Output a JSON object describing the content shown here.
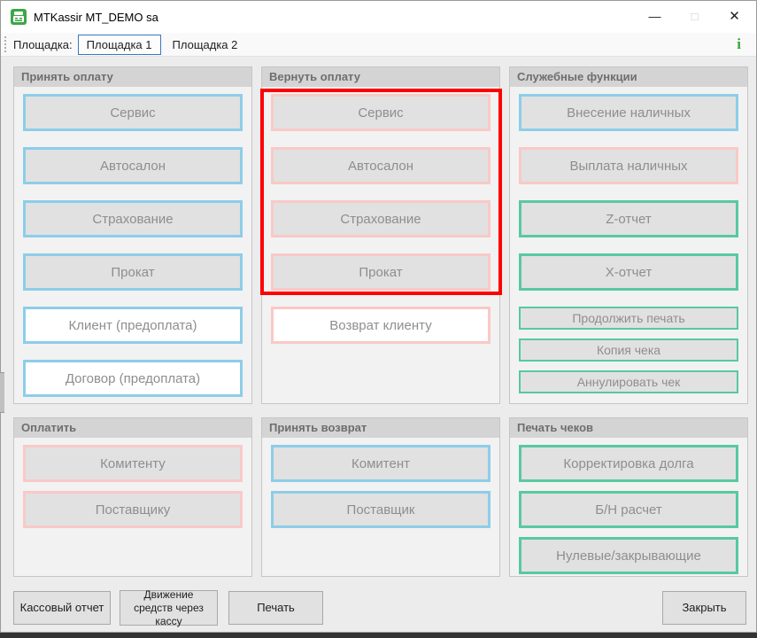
{
  "window": {
    "title": "MTKassir MT_DEMO sa",
    "controls": {
      "minimize": "—",
      "maximize": "□",
      "close": "✕"
    }
  },
  "toolbar": {
    "site_label": "Площадка:",
    "site1": "Площадка 1",
    "site2": "Площадка 2",
    "info": "i"
  },
  "panels": [
    {
      "title": "Принять оплату",
      "buttons": [
        {
          "label": "Сервис"
        },
        {
          "label": "Автосалон"
        },
        {
          "label": "Страхование"
        },
        {
          "label": "Прокат"
        },
        {
          "label": "Клиент (предоплата)"
        },
        {
          "label": "Договор (предоплата)"
        }
      ]
    },
    {
      "title": "Вернуть оплату",
      "buttons": [
        {
          "label": "Сервис"
        },
        {
          "label": "Автосалон"
        },
        {
          "label": "Страхование"
        },
        {
          "label": "Прокат"
        },
        {
          "label": "Возврат клиенту"
        }
      ]
    },
    {
      "title": "Служебные функции",
      "buttons": [
        {
          "label": "Внесение наличных"
        },
        {
          "label": "Выплата наличных"
        },
        {
          "label": "Z-отчет"
        },
        {
          "label": "X-отчет"
        },
        {
          "label": "Продолжить печать"
        },
        {
          "label": "Копия чека"
        },
        {
          "label": "Аннулировать чек"
        }
      ]
    },
    {
      "title": "Оплатить",
      "buttons": [
        {
          "label": "Комитенту"
        },
        {
          "label": "Поставщику"
        }
      ]
    },
    {
      "title": "Принять возврат",
      "buttons": [
        {
          "label": "Комитент"
        },
        {
          "label": "Поставщик"
        }
      ]
    },
    {
      "title": "Печать чеков",
      "buttons": [
        {
          "label": "Корректировка долга"
        },
        {
          "label": "Б/Н расчет"
        },
        {
          "label": "Нулевые/закрывающие"
        }
      ]
    }
  ],
  "footer": {
    "cash_report": "Кассовый отчет",
    "funds_movement": "Движение средств через кассу",
    "print": "Печать",
    "close": "Закрыть"
  },
  "colors": {
    "blue_border": "#8dcde9",
    "pink_border": "#f9c9c7",
    "green_border": "#58c9a0",
    "annotation_red": "#fe0000",
    "accent_blue": "#3a79bc",
    "info_green": "#3ba33b",
    "app_icon_green": "#3ea648"
  }
}
